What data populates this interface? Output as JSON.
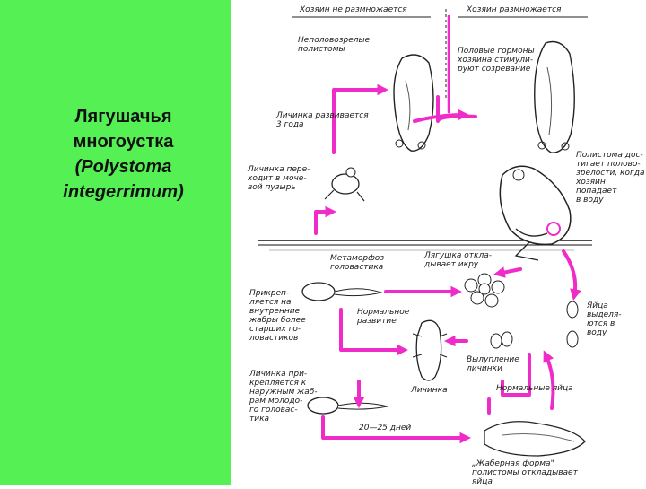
{
  "title": {
    "line1": "Лягушачья",
    "line2": "многоустка",
    "line3": "(Polystoma",
    "line4": "integerrimum)"
  },
  "colors": {
    "panel": "#54f054",
    "arrow": "#f02cc8",
    "ink": "#1a1a1a"
  },
  "labels": {
    "host_not_breeding": "Хозяин не размножается",
    "host_breeding": "Хозяин размножается",
    "immature_polystomes": "Неполовозрелые\nполистомы",
    "host_hormones": "Половые гормоны\nхозяина стимули-\nруют созревание",
    "larva_develops": "Личинка развивается\n3 года",
    "larva_moves": "Личинка пере-\nходит в моче-\nвой пузырь",
    "polystome_matures": "Полистома дос-\nтигает полово-\nзрелости, когда\nхозяин попадает\nв воду",
    "metamorphosis": "Метаморфоз\nголовастика",
    "lays_eggs": "Лягушка откла-\nдывает икру",
    "attach_internal_gills": "Прикреп-\nляется на\nвнутренние\nжабры более\nстарших го-\nловастиков",
    "normal_development": "Нормальное\nразвитие",
    "eggs_released": "Яйца\nвыделя-\nются в\nводу",
    "larvae_hatch": "Вылупление\nличинки",
    "larva_attaches": "Личинка при-\nкрепляется к\nнаружным жаб-\nрам молодо-\nго головас-\nтика",
    "larva": "Личинка",
    "normal_eggs": "Нормальные яйца",
    "days": "20—25 дней",
    "gill_form": "„Жаберная форма\"\nполистомы откладывает\nяйца"
  }
}
